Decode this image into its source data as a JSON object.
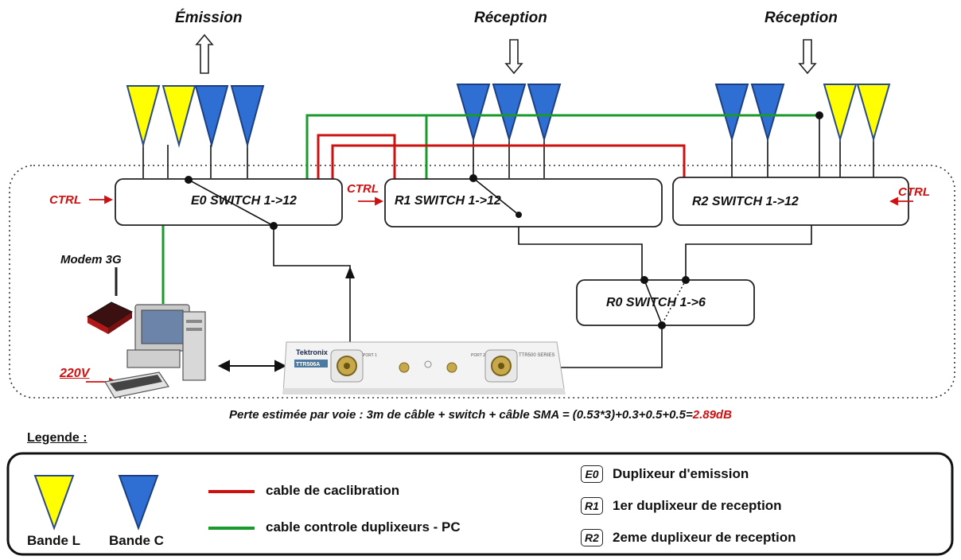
{
  "headers": {
    "emission": "Émission",
    "reception_r1": "Réception",
    "reception_r2": "Réception"
  },
  "switches": {
    "e0": "E0 SWITCH 1->12",
    "r1": "R1 SWITCH 1->12",
    "r2": "R2 SWITCH 1->12",
    "r0": "R0 SWITCH 1->6"
  },
  "ctrl_labels": {
    "e0": "CTRL",
    "r1": "CTRL",
    "r2": "CTRL"
  },
  "pc": {
    "modem_label": "Modem 3G",
    "power_label": "220V"
  },
  "vna": {
    "brand": "Tektronix",
    "model": "TTR506A",
    "series": "TTR500 SERIES",
    "port1": "PORT 1",
    "port2": "PORT 2"
  },
  "loss_note": {
    "text": "Perte estimée par voie : 3m de câble + switch + câble SMA = (0.53*3)+0.3+0.5+0.5=",
    "value": "2.89dB"
  },
  "legend": {
    "title": "Legende :",
    "band_l": "Bande L",
    "band_c": "Bande C",
    "calibration_cable": "cable de caclibration",
    "control_cable": "cable controle duplixeurs - PC",
    "items": [
      {
        "abbr": "E0",
        "text": "Duplixeur d'emission"
      },
      {
        "abbr": "R1",
        "text": "1er duplixeur de reception"
      },
      {
        "abbr": "R2",
        "text": "2eme duplixeur de reception"
      }
    ]
  },
  "colors": {
    "band_l": "#ffff00",
    "band_c": "#2f6fd3",
    "calibration": "#cc1111",
    "control": "#1a9a2a",
    "ctrl_text": "#d01010",
    "value_text": "#d01010"
  },
  "icons": {
    "arrow_up": "hollow-up-arrow-icon",
    "arrow_down": "hollow-down-arrow-icon",
    "computer": "computer-icon",
    "modem": "modem-3g-icon",
    "analyzer": "vector-network-analyzer-icon"
  }
}
